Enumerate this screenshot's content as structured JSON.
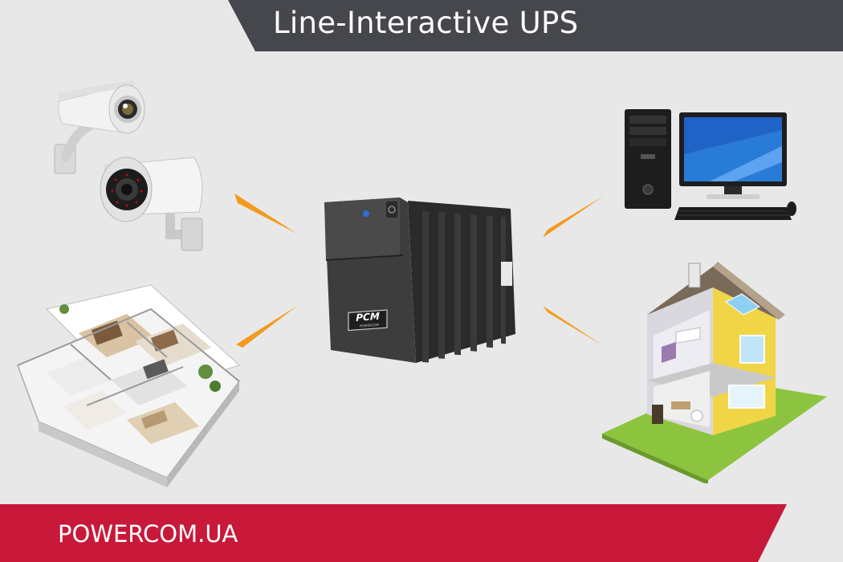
{
  "title": "Line-Interactive UPS",
  "brand_url": "POWERCOM.UA",
  "ups_logo_text": "PCM",
  "ups_logo_subtext": "POWERCOM",
  "colors": {
    "banner_dark": "#45474d",
    "banner_red": "#c8193a",
    "arrow_orange": "#f39a1e",
    "background": "#e8e8e8"
  },
  "scene": {
    "center": "ups-device",
    "connected_devices": [
      "security-cameras",
      "apartment-floor-plan",
      "desktop-computer",
      "house"
    ]
  }
}
